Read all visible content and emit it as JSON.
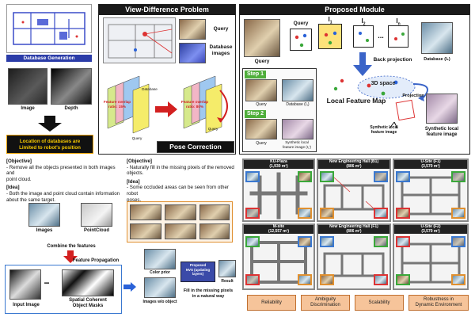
{
  "left": {
    "database_generation": "Database Generation",
    "image_label": "Image",
    "depth_label": "Depth",
    "warning": "Location of databases are\nLimited to robot's position"
  },
  "view_diff": {
    "title": "View-Difference Problem",
    "query_label": "Query",
    "database_images_label": "Database\nimages",
    "feature_overlap_1": "Feature overlap\nratio: 15%",
    "feature_overlap_2": "Feature overlap\nratio: 80%",
    "query_small_1": "Query",
    "query_small_2": "Query",
    "db_small": "Database",
    "pose_correction": "Pose Correction"
  },
  "proposed": {
    "title": "Proposed Module",
    "query_label": "Query",
    "query_top": "Query",
    "i1": "I",
    "i2": "I",
    "in": "I",
    "i1_sub": "1",
    "i2_sub": "2",
    "in_sub": "n",
    "dots": "...",
    "database_label": "Database (I₁)",
    "back_projection": "Back projection",
    "space_3d": "3D space",
    "local_feature_map": "Local Feature Map",
    "projection": "Projection",
    "step1": "Step 1",
    "step2": "Step 2",
    "step1_query": "Query",
    "step1_db": "Database (I₁)",
    "step2_query": "Query",
    "step2_synth": "Synthetic local\nfeature image (I₁′)",
    "synth_label_mid": "Synthetic local\nfeature image",
    "synth_label_right": "Synthetic local\nfeature image"
  },
  "bottom_left": {
    "objective_head": "[Objective]",
    "objective_text": "- Remove all the objects presented in both images and\n  point cloud.",
    "idea_head": "[Idea]",
    "idea_text": "- Both the image and point cloud contain information\n  about the same target.",
    "images_label": "Images",
    "pointcloud_label": "PointCloud",
    "combine": "Combine the features",
    "feature_propagation": "Feature Propagation",
    "input_image": "Input Image",
    "masks": "Spatial Coherent\nObject Masks",
    "minus": "−"
  },
  "bottom_mid": {
    "objective_head": "[Objective]",
    "objective_text": "- Naturally fill in the missing pixels of the removed\n  objects.",
    "idea_head": "[Idea]",
    "idea_text": "- Some occluded areas can be seen from other robot\n  poses.",
    "color_prior": "Color prior",
    "net_label": "Proposed\nNVS (updating\nlayers)",
    "result": "Result",
    "images_wo": "Images w/o object",
    "fill_text": "Fill in the missing pixels\nin a natural way"
  },
  "maps": [
    {
      "name": "KU-Plaza",
      "area": "(1,930 m²)"
    },
    {
      "name": "New Engineering Hall (B1)",
      "area": "(806 m²)"
    },
    {
      "name": "U-Site (F1)",
      "area": "(3,570 m²)"
    },
    {
      "name": "M-site",
      "area": "(12,557 m²)"
    },
    {
      "name": "New Engineering Hall (F1)",
      "area": "(806 m²)"
    },
    {
      "name": "U-Site (F2)",
      "area": "(3,570 m²)"
    }
  ],
  "badges": [
    "Reliability",
    "Ambiguity\nDiscrimination",
    "Scalability",
    "Robustness in\nDynamic Environment"
  ]
}
